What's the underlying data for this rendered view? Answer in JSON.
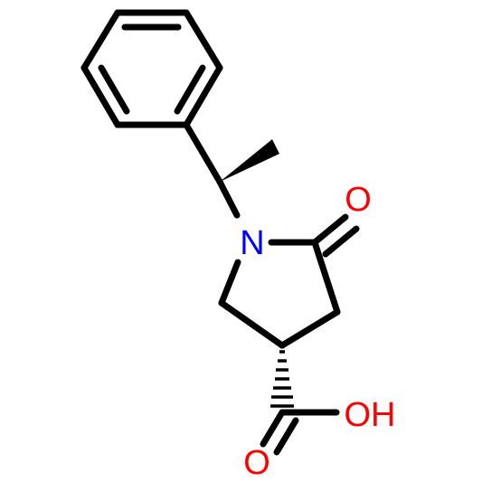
{
  "colors": {
    "bond": "#000000",
    "nitrogen": "#0000ff",
    "oxygen": "#ff0000"
  },
  "atoms": {
    "n_label": "N",
    "ketone_o_label": "O",
    "hydroxyl_label": "OH",
    "carbonyl_o_label": "O"
  }
}
